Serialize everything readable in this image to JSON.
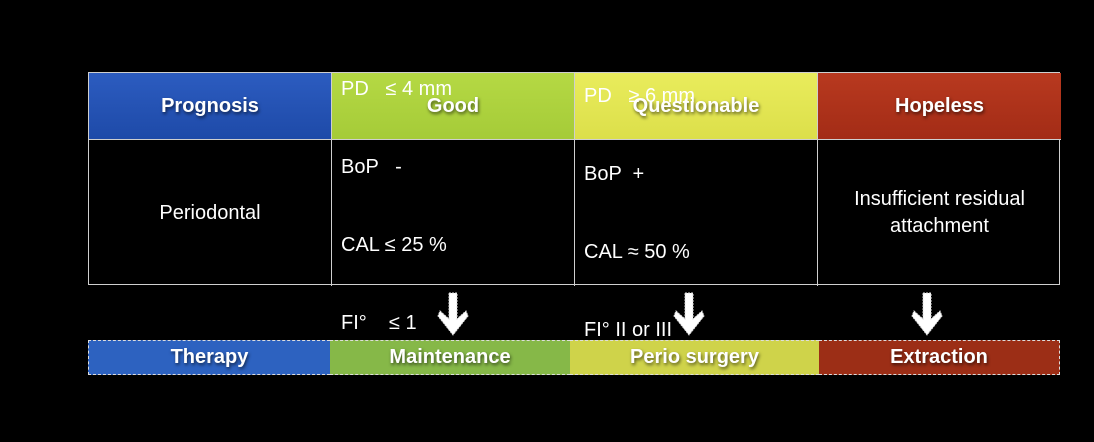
{
  "table": {
    "headers": [
      "Prognosis",
      "Good",
      "Questionable",
      "Hopeless"
    ],
    "row_label": "Periodontal",
    "good": [
      "PD   ≤ 4 mm",
      "BoP   -",
      "CAL ≤ 25 %",
      "FI°    ≤ 1"
    ],
    "questionable": [
      "PD   ≥ 6 mm",
      "BoP  +",
      "CAL ≈ 50 %",
      "FI° II or III"
    ],
    "hopeless": "Insufficient residual attachment"
  },
  "therapy": {
    "labels": [
      "Therapy",
      "Maintenance",
      "Perio surgery",
      "Extraction"
    ]
  },
  "colors": {
    "prognosis": "#2c5cc0",
    "good": "#b5d944",
    "questionable": "#e9ec5c",
    "hopeless": "#b8391f",
    "therapy": "#2d62c0",
    "maintenance": "#86b848",
    "perio_surgery": "#cfd34a",
    "extraction": "#9c2e16"
  },
  "icons": [
    "arrow-down-icon",
    "arrow-down-icon",
    "arrow-down-icon"
  ]
}
